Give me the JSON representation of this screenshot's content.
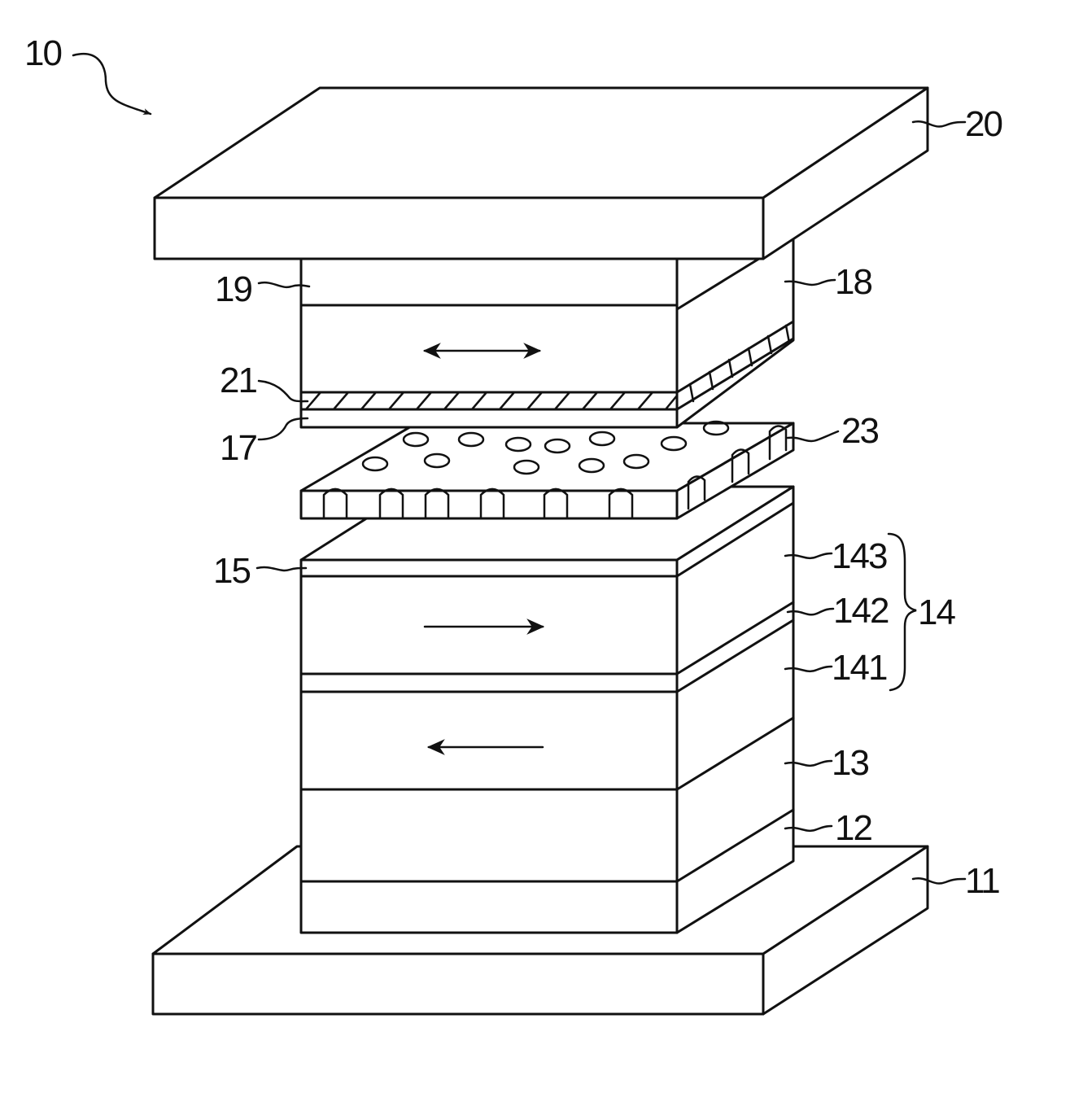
{
  "figure": {
    "device_label": "10",
    "layers": [
      {
        "id": "11",
        "label": "11"
      },
      {
        "id": "12",
        "label": "12"
      },
      {
        "id": "13",
        "label": "13"
      },
      {
        "id": "141",
        "label": "141"
      },
      {
        "id": "142",
        "label": "142"
      },
      {
        "id": "143",
        "label": "143"
      },
      {
        "id": "14",
        "label": "14"
      },
      {
        "id": "15",
        "label": "15"
      },
      {
        "id": "23",
        "label": "23"
      },
      {
        "id": "17",
        "label": "17"
      },
      {
        "id": "21",
        "label": "21"
      },
      {
        "id": "18",
        "label": "18"
      },
      {
        "id": "19",
        "label": "19"
      },
      {
        "id": "20",
        "label": "20"
      }
    ]
  }
}
